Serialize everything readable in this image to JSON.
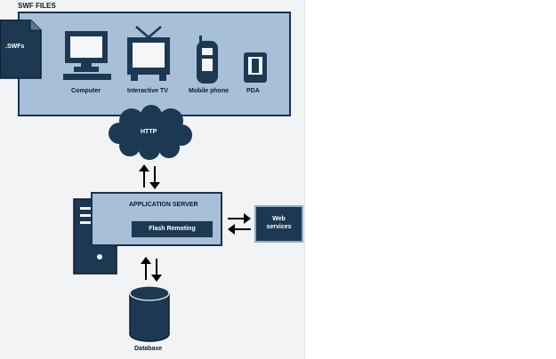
{
  "diagram": {
    "group_title": "SWF FILES",
    "source_file": ".SWFs",
    "devices": [
      {
        "label": "Computer",
        "icon": "computer-icon"
      },
      {
        "label": "Interactive TV",
        "icon": "tv-icon"
      },
      {
        "label": "Mobile phone",
        "icon": "mobile-phone-icon"
      },
      {
        "label": "PDA",
        "icon": "pda-icon"
      }
    ],
    "protocol": "HTTP",
    "server": {
      "title": "APPLICATION SERVER",
      "component": "Flash Remoting"
    },
    "external": {
      "line1": "Web",
      "line2": "services"
    },
    "database": "Database"
  },
  "colors": {
    "navy": "#1d3853",
    "light_blue": "#a7c0d8",
    "background": "#f1f3f4"
  }
}
